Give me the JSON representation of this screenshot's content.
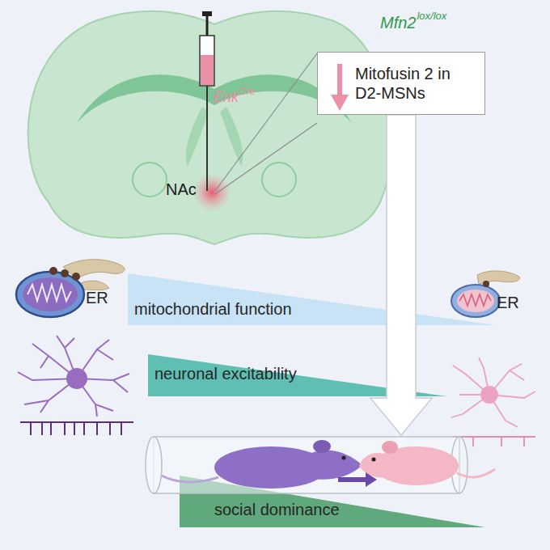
{
  "diagram": {
    "nodes": [
      {
        "text": [
          "Mitofusin 2 in D2-MSNs"
        ]
      },
      {
        "text": [
          "mitochondrial function"
        ]
      },
      {
        "text": [
          "neuronal excitability"
        ]
      },
      {
        "text": [
          "social dominance"
        ]
      }
    ],
    "edges": [
      {
        "from": 0,
        "to": 3,
        "arrow": "to"
      }
    ],
    "labels": [
      "Mfn2",
      "lox/lox",
      "Enk",
      "Cre",
      "NAc",
      "ER",
      "ER"
    ]
  }
}
